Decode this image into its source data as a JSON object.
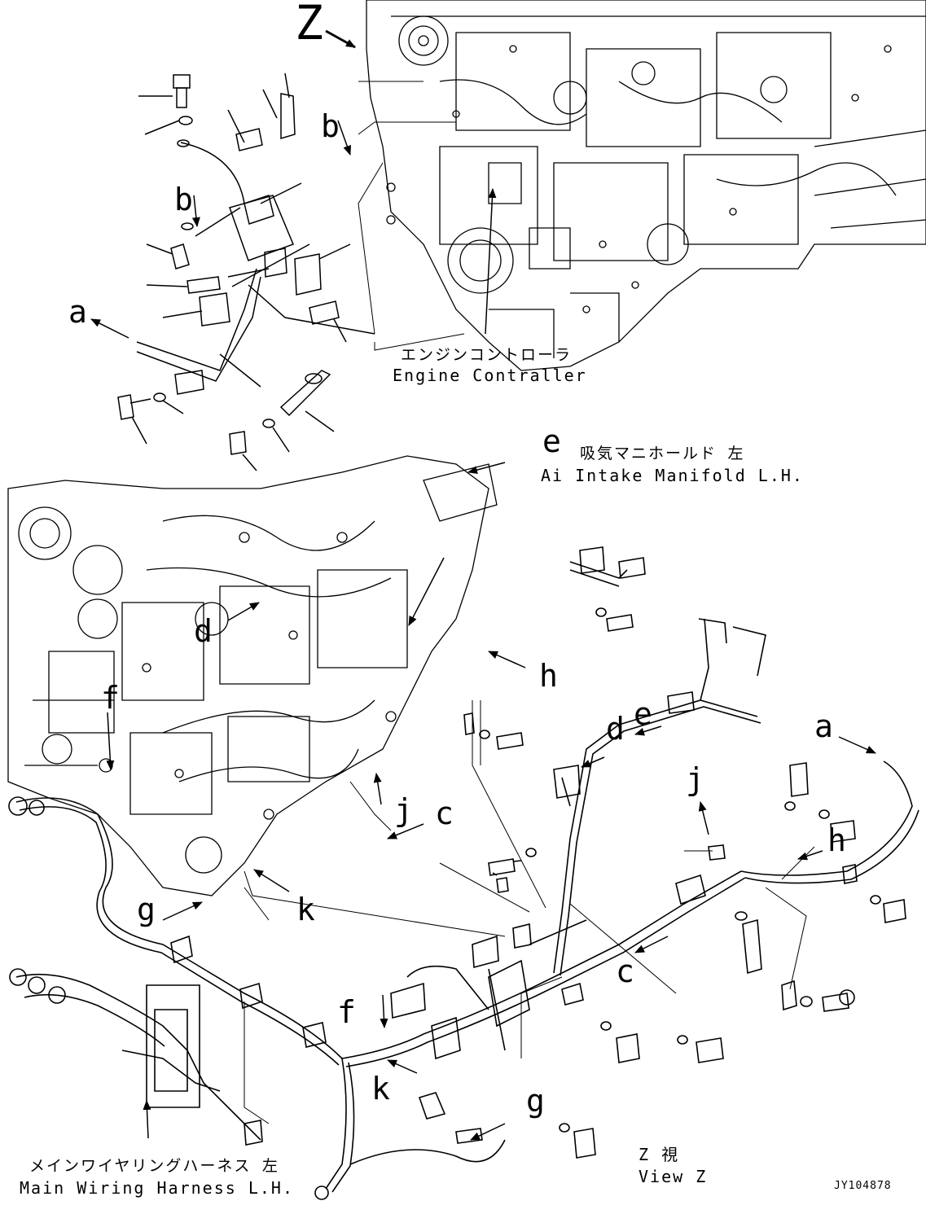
{
  "view_marker": "Z",
  "callouts": {
    "a_top": "a",
    "b_upper": "b",
    "b_lower": "b",
    "d_left": "d",
    "e_top": "e",
    "f_left": "f",
    "g_left": "g",
    "k_left": "k",
    "h_mid": "h",
    "j_mid": "j",
    "c_mid": "c",
    "d_right": "d",
    "e_right": "e",
    "a_right": "a",
    "j_right": "j",
    "h_right": "h",
    "c_right": "c",
    "f_bottom": "f",
    "k_bottom": "k",
    "g_bottom": "g"
  },
  "captions": {
    "engine_controller_jp": "エンジンコントローラ",
    "engine_controller_en": "Engine Contraller",
    "intake_manifold_jp": "吸気マニホールド 左",
    "intake_manifold_en": "Ai Intake Manifold L.H.",
    "main_harness_jp": "メインワイヤリングハーネス 左",
    "main_harness_en": "Main Wiring Harness L.H.",
    "view_jp": "Z 視",
    "view_en": "View Z"
  },
  "drawing_code": "JY104878"
}
